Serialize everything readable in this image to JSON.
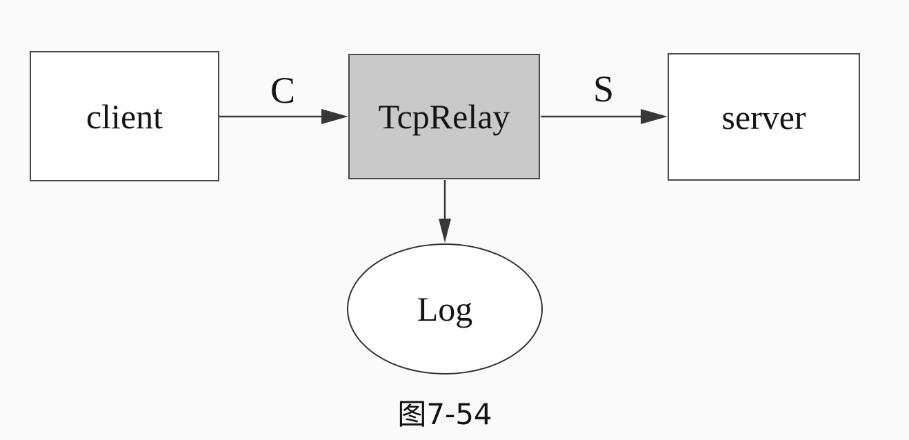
{
  "figure": {
    "caption": "图7-54"
  },
  "diagram": {
    "nodes": {
      "client": {
        "label": "client",
        "shape": "rect"
      },
      "relay": {
        "label": "TcpRelay",
        "shape": "rect",
        "fill": "#c9c9c9"
      },
      "server": {
        "label": "server",
        "shape": "rect"
      },
      "log": {
        "label": "Log",
        "shape": "ellipse"
      }
    },
    "edges": [
      {
        "from": "client",
        "to": "relay",
        "label": "C"
      },
      {
        "from": "relay",
        "to": "server",
        "label": "S"
      },
      {
        "from": "relay",
        "to": "log",
        "label": ""
      }
    ]
  },
  "colors": {
    "canvas_bg": "#fafafa",
    "node_fill": "#ffffff",
    "relay_fill": "#c9c9c9",
    "node_border": "#4a4a4a",
    "line": "#383838",
    "text": "#141414"
  }
}
